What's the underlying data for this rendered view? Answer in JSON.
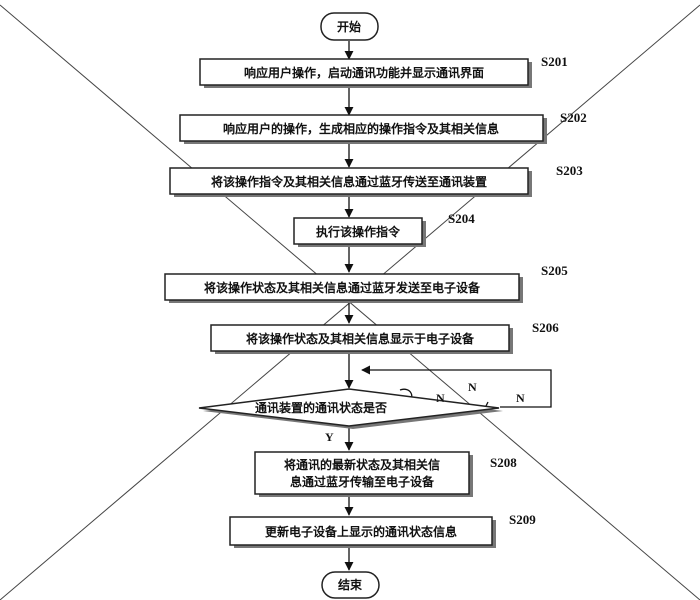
{
  "start": "开始",
  "end": "结束",
  "steps": [
    {
      "id": "S201",
      "text": "响应用户操作，启动通讯功能并显示通讯界面"
    },
    {
      "id": "S202",
      "text": "响应用户的操作，生成相应的操作指令及其相关信息"
    },
    {
      "id": "S203",
      "text": "将该操作指令及其相关信息通过蓝牙传送至通讯装置"
    },
    {
      "id": "S204",
      "text": "执行该操作指令"
    },
    {
      "id": "S205",
      "text": "将该操作状态及其相关信息通过蓝牙发送至电子设备"
    },
    {
      "id": "S206",
      "text": "将该操作状态及其相关信息显示于电子设备"
    }
  ],
  "decision": {
    "text": "通讯装置的通讯状态是否",
    "yes": "Y",
    "no": "N"
  },
  "step208": {
    "id": "S208",
    "line1": "将通讯的最新状态及其相关信",
    "line2": "息通过蓝牙传输至电子设备"
  },
  "step209": {
    "id": "S209",
    "text": "更新电子设备上显示的通讯状态信息"
  }
}
